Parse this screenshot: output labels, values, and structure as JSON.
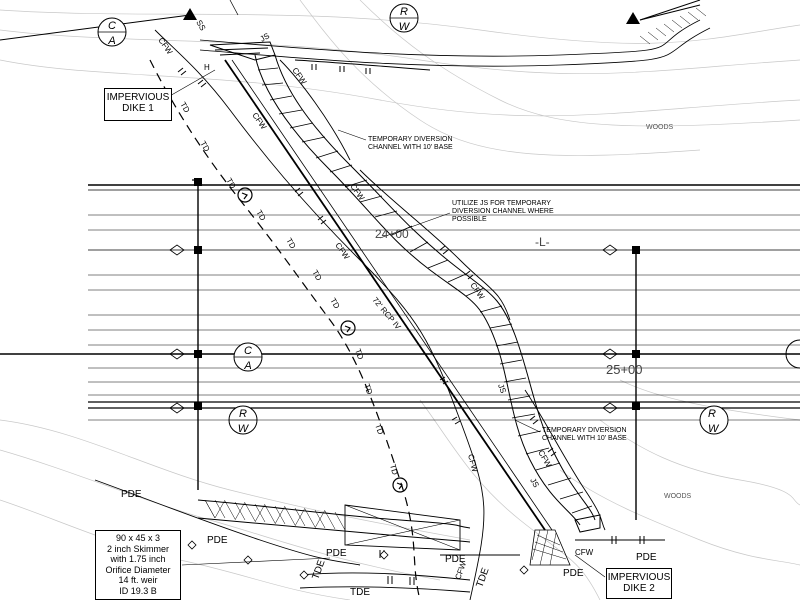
{
  "notes": {
    "dike1": [
      "IMPERVIOUS",
      "DIKE 1"
    ],
    "dike2": [
      "IMPERVIOUS",
      "DIKE 2"
    ],
    "div_top": [
      "TEMPORARY DIVERSION",
      "CHANNEL WITH 10' BASE"
    ],
    "js_util": [
      "UTILIZE JS FOR TEMPORARY",
      "DIVERSION CHANNEL WHERE",
      "POSSIBLE"
    ],
    "div_bot": [
      "TEMPORARY DIVERSION",
      "CHANNEL WITH 10' BASE"
    ],
    "skimmer": [
      "90 x 45 x 3",
      "2 inch Skimmer",
      "with 1.75 inch",
      "Orifice Diameter",
      "14 ft. weir",
      "ID 19.3 B"
    ]
  },
  "stations": {
    "upper": "24+00",
    "lower": "25+00",
    "alignment": "-L-"
  },
  "markers": {
    "ca": [
      "C",
      "A"
    ],
    "rw": [
      "R",
      "W"
    ]
  },
  "labels": {
    "woods": "WOODS",
    "pde": "PDE",
    "tde": "TDE",
    "td": "TD",
    "cfw": "CFW",
    "js": "JS",
    "ss": "SS",
    "h": "H",
    "slope": "72' RCP IV"
  }
}
